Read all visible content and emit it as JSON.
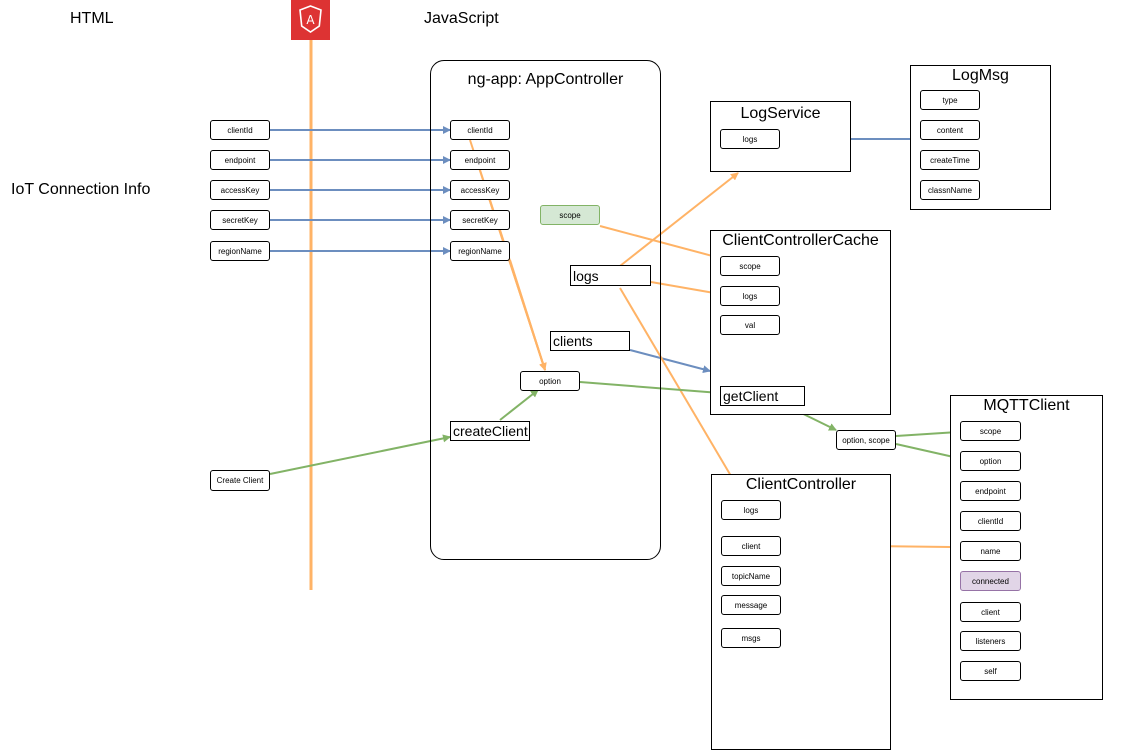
{
  "headers": {
    "html": "HTML",
    "javascript": "JavaScript"
  },
  "angular_logo_letter": "A",
  "side_label": "IoT Connection Info",
  "html_fields": [
    "clientId",
    "endpoint",
    "accessKey",
    "secretKey",
    "regionName"
  ],
  "create_button": "Create Client",
  "app_controller": {
    "title": "ng-app: AppController",
    "fields": [
      "clientId",
      "endpoint",
      "accessKey",
      "secretKey",
      "regionName"
    ],
    "scope": "scope",
    "logs": "logs",
    "clients": "clients",
    "option": "option",
    "create_client": "createClient"
  },
  "log_service": {
    "title": "LogService",
    "fields": [
      "logs"
    ]
  },
  "log_msg": {
    "title": "LogMsg",
    "fields": [
      "type",
      "content",
      "createTime",
      "classnName"
    ]
  },
  "client_controller_cache": {
    "title": "ClientControllerCache",
    "fields": [
      "scope",
      "logs",
      "val"
    ],
    "get_client": "getClient"
  },
  "option_scope": "option, scope",
  "mqtt_client": {
    "title": "MQTTClient",
    "fields": [
      "scope",
      "option",
      "endpoint",
      "clientId",
      "name",
      "connected",
      "client",
      "listeners",
      "self"
    ]
  },
  "client_controller": {
    "title": "ClientController",
    "fields": [
      "logs",
      "client",
      "topicName",
      "message",
      "msgs"
    ]
  },
  "colors": {
    "blue": "#6c8ebf",
    "orange": "#ffb366",
    "green": "#82b366",
    "angular_red": "#dd3333"
  }
}
